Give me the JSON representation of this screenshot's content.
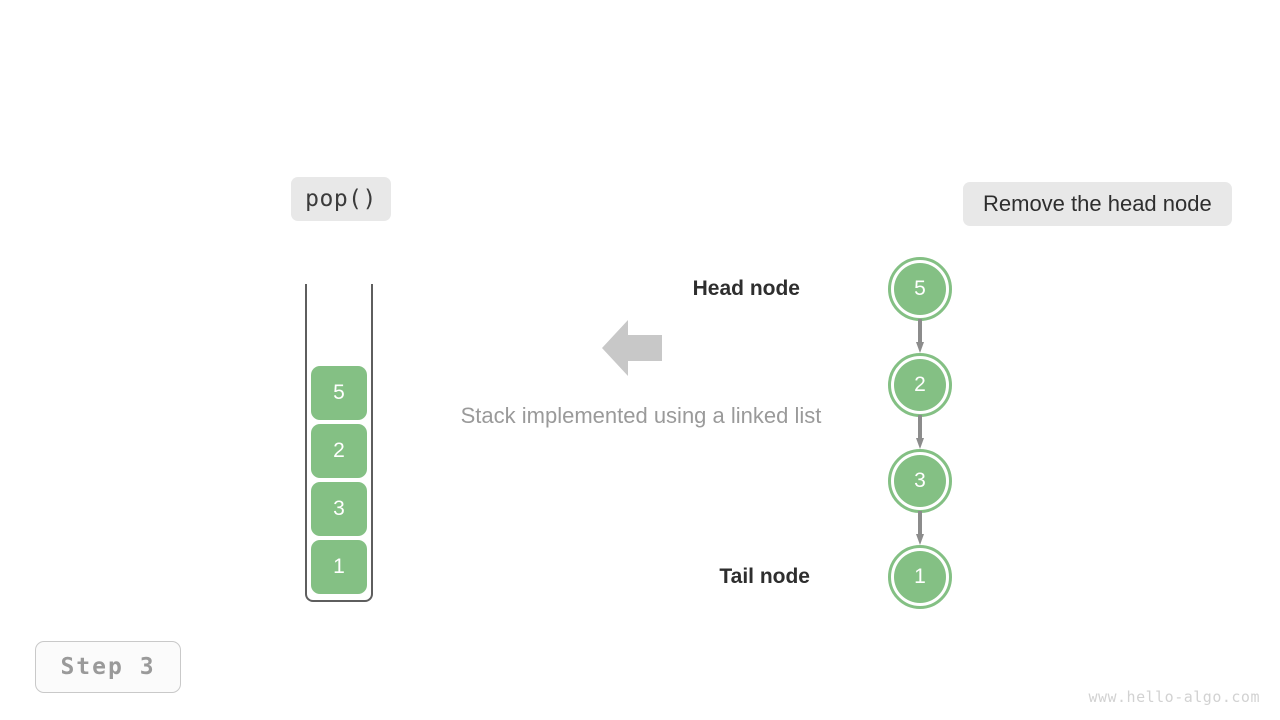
{
  "operation": {
    "label": "pop()"
  },
  "description": {
    "label": "Remove the head node"
  },
  "step": {
    "label": "Step 3"
  },
  "caption": {
    "text": "Stack implemented using a linked list"
  },
  "stack": {
    "cells": [
      {
        "value": "5"
      },
      {
        "value": "2"
      },
      {
        "value": "3"
      },
      {
        "value": "1"
      }
    ]
  },
  "linked_list": {
    "head_label": "Head node",
    "tail_label": "Tail node",
    "nodes": [
      {
        "value": "5"
      },
      {
        "value": "2"
      },
      {
        "value": "3"
      },
      {
        "value": "1"
      }
    ]
  },
  "arrow": {
    "name": "left-arrow-icon"
  },
  "watermark": {
    "text": "www.hello-algo.com"
  },
  "colors": {
    "node_green": "#84c084",
    "chip_gray": "#e8e8e8",
    "arrow_gray": "#c8c8c8",
    "link_gray": "#8c8c8c",
    "caption_gray": "#9a9a9a",
    "frame_gray": "#5e5e5e",
    "watermark_gray": "#d2d2d2"
  }
}
